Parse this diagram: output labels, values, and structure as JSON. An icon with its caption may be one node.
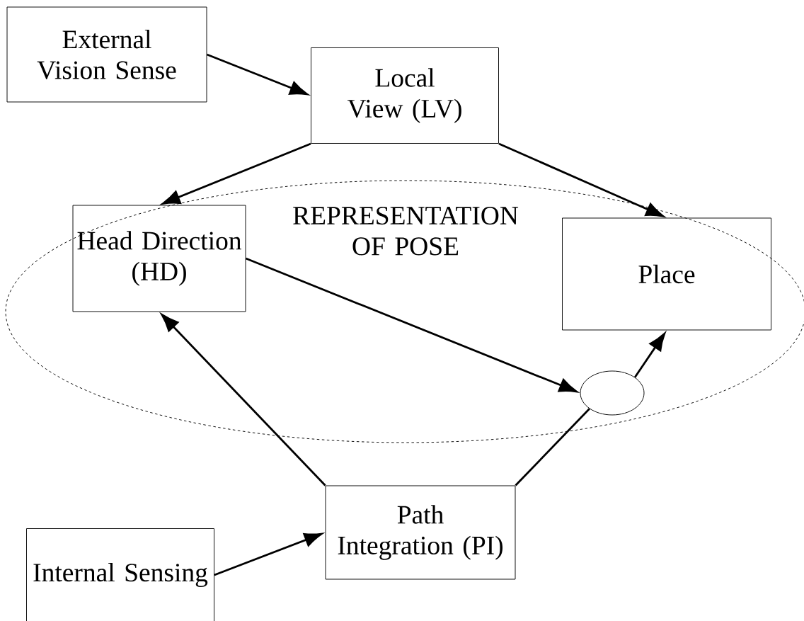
{
  "diagram": {
    "nodes": [
      {
        "text": [
          "REPRESENTATION OF POSE"
        ]
      },
      {
        "text": [
          "External Vision Sense"
        ]
      },
      {
        "text": [
          "Local View (LV)"
        ]
      },
      {
        "text": [
          "Head Direction (HD)"
        ],
        "in": 0
      },
      {
        "text": [
          "Place"
        ],
        "in": 0
      },
      {
        "text": [],
        "shape": "circle",
        "in": 0
      },
      {
        "text": [
          "Internal Sensing"
        ]
      },
      {
        "text": [
          "Path Integration (PI)"
        ]
      }
    ],
    "edges": [
      {
        "from": 1,
        "to": 2,
        "arrow": "to"
      },
      {
        "from": 2,
        "to": 3,
        "arrow": "to"
      },
      {
        "from": 2,
        "to": 4,
        "arrow": "to"
      },
      {
        "from": 3,
        "to": 5,
        "arrow": "to"
      },
      {
        "from": 7,
        "to": 3,
        "arrow": "to"
      },
      {
        "from": 7,
        "to": 5,
        "arrow": "none"
      },
      {
        "from": 5,
        "to": 4,
        "arrow": "to"
      },
      {
        "from": 6,
        "to": 7,
        "arrow": "to"
      }
    ]
  }
}
